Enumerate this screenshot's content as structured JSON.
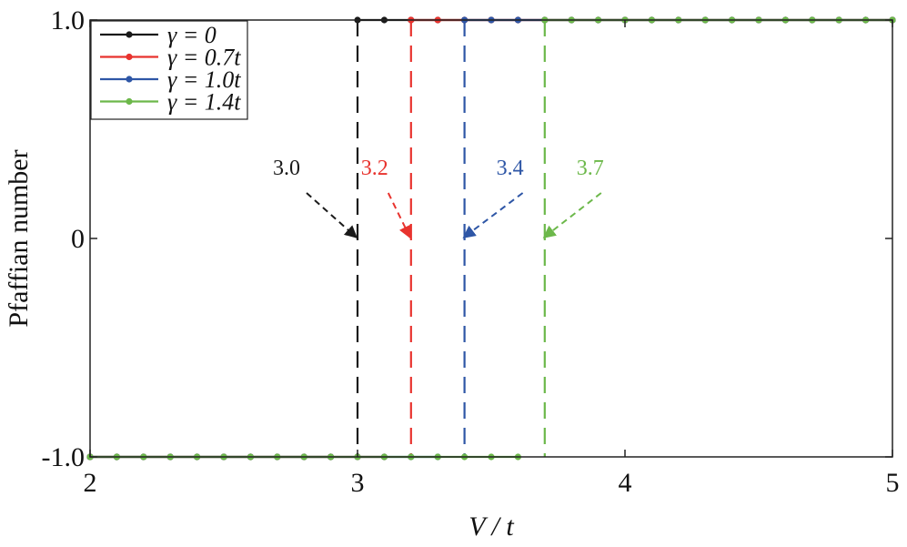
{
  "chart_data": {
    "type": "line",
    "xlabel": "V / t",
    "ylabel": "Pfaffian number",
    "xlim": [
      2,
      5
    ],
    "ylim": [
      -1.0,
      1.0
    ],
    "xticks": [
      2,
      3,
      4,
      5
    ],
    "xtick_labels": [
      "2",
      "3",
      "4",
      "5"
    ],
    "yticks": [
      -1.0,
      0,
      1.0
    ],
    "ytick_labels": [
      "-1.0",
      "0",
      "1.0"
    ],
    "grid": false,
    "legend_position": "top-left",
    "series": [
      {
        "name": "γ = 0",
        "color": "#1a1a1a",
        "transition": 3.0,
        "x": [
          2.0,
          2.1,
          2.2,
          2.3,
          2.4,
          2.5,
          2.6,
          2.7,
          2.8,
          2.9,
          3.0,
          3.1,
          3.2,
          3.3,
          3.4,
          3.5,
          3.6,
          3.7,
          3.8,
          3.9,
          4.0,
          4.1,
          4.2,
          4.3,
          4.4,
          4.5,
          4.6,
          4.7,
          4.8,
          4.9,
          5.0
        ],
        "y": [
          -1,
          -1,
          -1,
          -1,
          -1,
          -1,
          -1,
          -1,
          -1,
          -1,
          1,
          1,
          1,
          1,
          1,
          1,
          1,
          1,
          1,
          1,
          1,
          1,
          1,
          1,
          1,
          1,
          1,
          1,
          1,
          1,
          1
        ]
      },
      {
        "name": "γ = 0.7t",
        "color": "#e8332e",
        "transition": 3.2,
        "x": [
          2.0,
          2.1,
          2.2,
          2.3,
          2.4,
          2.5,
          2.6,
          2.7,
          2.8,
          2.9,
          3.0,
          3.1,
          3.2,
          3.3,
          3.4,
          3.5,
          3.6,
          3.7,
          3.8,
          3.9,
          4.0,
          4.1,
          4.2,
          4.3,
          4.4,
          4.5,
          4.6,
          4.7,
          4.8,
          4.9,
          5.0
        ],
        "y": [
          -1,
          -1,
          -1,
          -1,
          -1,
          -1,
          -1,
          -1,
          -1,
          -1,
          -1,
          -1,
          1,
          1,
          1,
          1,
          1,
          1,
          1,
          1,
          1,
          1,
          1,
          1,
          1,
          1,
          1,
          1,
          1,
          1,
          1
        ]
      },
      {
        "name": "γ = 1.0t",
        "color": "#2e56a6",
        "transition": 3.4,
        "x": [
          2.0,
          2.1,
          2.2,
          2.3,
          2.4,
          2.5,
          2.6,
          2.7,
          2.8,
          2.9,
          3.0,
          3.1,
          3.2,
          3.3,
          3.4,
          3.5,
          3.6,
          3.7,
          3.8,
          3.9,
          4.0,
          4.1,
          4.2,
          4.3,
          4.4,
          4.5,
          4.6,
          4.7,
          4.8,
          4.9,
          5.0
        ],
        "y": [
          -1,
          -1,
          -1,
          -1,
          -1,
          -1,
          -1,
          -1,
          -1,
          -1,
          -1,
          -1,
          -1,
          -1,
          1,
          1,
          1,
          1,
          1,
          1,
          1,
          1,
          1,
          1,
          1,
          1,
          1,
          1,
          1,
          1,
          1
        ]
      },
      {
        "name": "γ = 1.4t",
        "color": "#6cb84a",
        "transition": 3.7,
        "x": [
          2.0,
          2.1,
          2.2,
          2.3,
          2.4,
          2.5,
          2.6,
          2.7,
          2.8,
          2.9,
          3.0,
          3.1,
          3.2,
          3.3,
          3.4,
          3.5,
          3.6,
          3.7,
          3.8,
          3.9,
          4.0,
          4.1,
          4.2,
          4.3,
          4.4,
          4.5,
          4.6,
          4.7,
          4.8,
          4.9,
          5.0
        ],
        "y": [
          -1,
          -1,
          -1,
          -1,
          -1,
          -1,
          -1,
          -1,
          -1,
          -1,
          -1,
          -1,
          -1,
          -1,
          -1,
          -1,
          -1,
          1,
          1,
          1,
          1,
          1,
          1,
          1,
          1,
          1,
          1,
          1,
          1,
          1,
          1
        ]
      }
    ],
    "annotations": [
      {
        "text": "3.0",
        "color": "#1a1a1a",
        "x": 3.0,
        "y": 0
      },
      {
        "text": "3.2",
        "color": "#e8332e",
        "x": 3.2,
        "y": 0
      },
      {
        "text": "3.4",
        "color": "#2e56a6",
        "x": 3.4,
        "y": 0
      },
      {
        "text": "3.7",
        "color": "#6cb84a",
        "x": 3.7,
        "y": 0
      }
    ]
  }
}
